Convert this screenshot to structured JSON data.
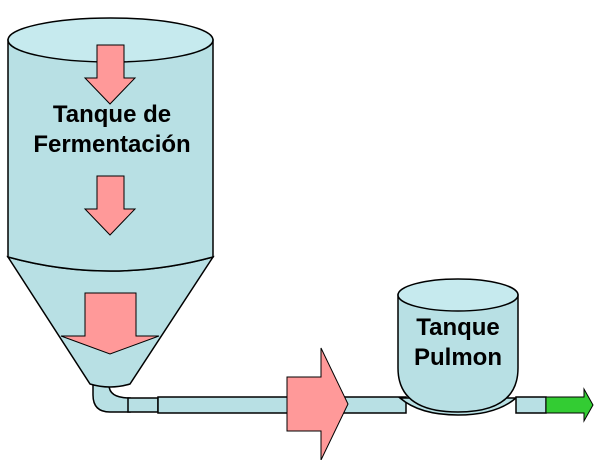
{
  "diagram": {
    "fermentation_tank": {
      "label_line1": "Tanque de",
      "label_line2": "Fermentación"
    },
    "buffer_tank": {
      "label_line1": "Tanque",
      "label_line2": "Pulmon"
    }
  },
  "colors": {
    "tank_fill": "#b8e0e4",
    "tank_top": "#c6eaee",
    "arrow_fill": "#ff9999",
    "outlet_arrow": "#33cc33",
    "outline": "#000000"
  },
  "icons": {
    "flow_arrow": "down-arrow-icon",
    "pipe_flow_arrow": "right-arrow-icon",
    "outlet_arrow": "right-arrow-icon"
  }
}
